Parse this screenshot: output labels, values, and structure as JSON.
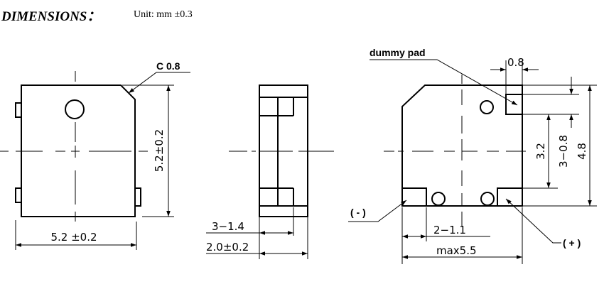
{
  "header": {
    "title": "DIMENSIONS：",
    "unit": "Unit: mm ±0.3"
  },
  "front_view": {
    "chamfer_label": "C 0.8",
    "height_label": "5.2±0.2",
    "width_label": "5.2 ±0.2"
  },
  "side_view": {
    "dim_inner_label": "3−1.4",
    "dim_outer_label": "2.0±0.2"
  },
  "bottom_view": {
    "dummy_pad_label": "dummy pad",
    "pad_width_label": "0.8",
    "pad_span_label": "3.2",
    "pad_inner_label": "3−0.8",
    "height_label": "4.8",
    "negative_label": "( - )",
    "positive_label": "( + )",
    "pad_pitch_label": "2−1.1",
    "max_width_label": "max5.5"
  }
}
